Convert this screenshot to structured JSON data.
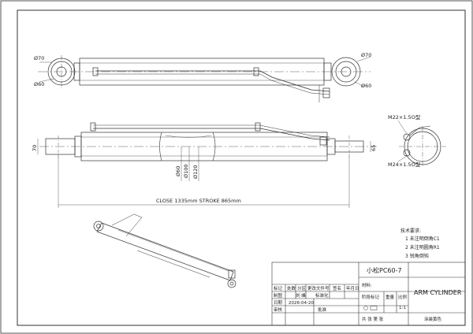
{
  "dimensions": {
    "top_left_outer": "Ø70",
    "top_left_inner": "Ø60",
    "top_right_outer": "Ø70",
    "top_right_inner": "Ø60",
    "side_height_left": "70",
    "side_height_right": "65",
    "bore_small": "Ø60",
    "bore_medium": "Ø100",
    "bore_large": "Ø120",
    "stroke_line": "CLOSE 1335mm   STROKE 865mm",
    "port_upper": "M22×1.5O型",
    "port_lower": "M24×1.5O型"
  },
  "notes": {
    "title": "技术要求:",
    "items": [
      "1 未注明倒角C1",
      "2 未注明圆角R1",
      "3 锐角倒钝"
    ]
  },
  "title_block": {
    "model": "小松PC60-7",
    "material_label": "材料:",
    "part_name": "ARM CYLINDER",
    "col_mark": "标记",
    "col_count": "处数",
    "col_zone": "分区",
    "col_change_doc": "更改文件号",
    "col_sign": "签名",
    "col_date": "年月日",
    "row_design": "制图",
    "designer": "刘 峰",
    "std_label": "标准化",
    "row_date": "日期",
    "date_value": "2026-04-20",
    "row_review": "审核",
    "approve_label": "批准",
    "stage_label": "阶段标记",
    "weight_label": "重量",
    "scale_label": "比例",
    "scale_value": "1:1",
    "sheets_label": "共    张 第    张",
    "finish": "涂装黄色"
  }
}
